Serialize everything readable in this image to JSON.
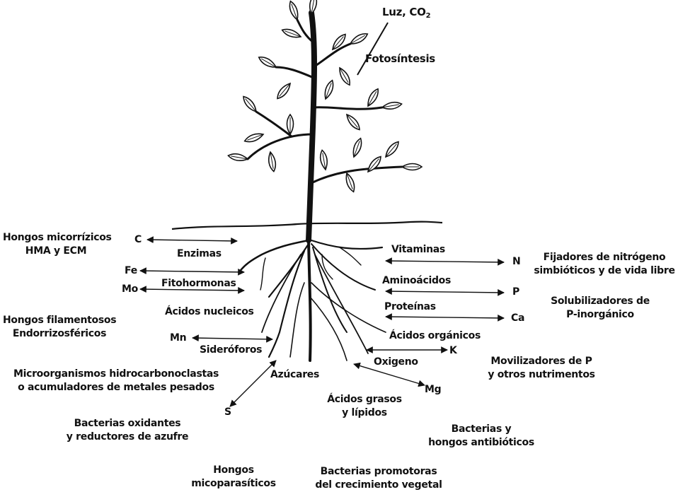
{
  "top": {
    "light_prefix": "Luz, CO",
    "light_sub": "2",
    "photosynthesis": "Fotosíntesis"
  },
  "elements": {
    "C": "C",
    "Fe": "Fe",
    "Mo": "Mo",
    "Mn": "Mn",
    "S": "S",
    "N": "N",
    "P": "P",
    "Ca": "Ca",
    "K": "K",
    "Mg": "Mg"
  },
  "exudates": {
    "enzimas": "Enzimas",
    "fitohormonas": "Fitohormonas",
    "acidos_nucleicos": "Ácidos nucleicos",
    "sideroforos": "Sideróforos",
    "azucares": "Azúcares",
    "vitaminas": "Vitaminas",
    "aminoacidos": "Aminoácidos",
    "proteinas": "Proteínas",
    "acidos_organicos": "Ácidos orgánicos",
    "oxigeno": "Oxigeno",
    "acidos_grasos": [
      "Ácidos grasos",
      "y lípidos"
    ]
  },
  "groups": {
    "micorrizicos": [
      "Hongos micorrízicos",
      "HMA y ECM"
    ],
    "filamentosos": [
      "Hongos filamentosos",
      "Endorrizosféricos"
    ],
    "hidrocarbonoclastas": [
      "Microorganismos hidrocarbonoclastas",
      "o acumuladores de metales pesados"
    ],
    "oxidantes": [
      "Bacterias oxidantes",
      "y reductores de azufre"
    ],
    "micoparasiticos": [
      "Hongos",
      "micoparasíticos"
    ],
    "promotoras": [
      "Bacterias promotoras",
      "del crecimiento vegetal"
    ],
    "antibioticos": [
      "Bacterias y",
      "hongos antibióticos"
    ],
    "movilizadores": [
      "Movilizadores de P",
      "y otros nutrimentos"
    ],
    "solubilizadores": [
      "Solubilizadores de",
      "P-inorgánico"
    ],
    "fijadores": [
      "Fijadores de nitrógeno",
      "simbióticos y de vida libre"
    ]
  }
}
